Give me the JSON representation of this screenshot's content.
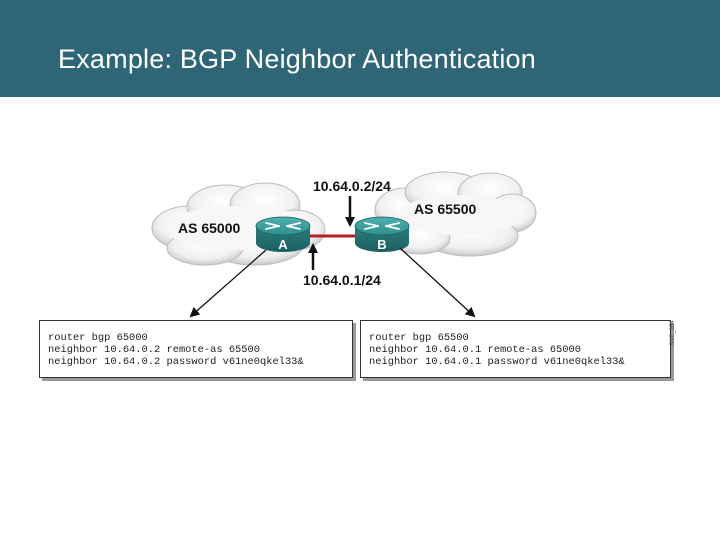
{
  "header": {
    "title": "Example: BGP Neighbor Authentication",
    "bg_color": "#2e6577"
  },
  "diagram": {
    "as_left": "AS 65000",
    "as_right": "AS 65500",
    "router_a": "A",
    "router_b": "B",
    "ip_top": "10.64.0.2/24",
    "ip_bottom": "10.64.0.1/24",
    "link_color": "#b22222",
    "router_color": "#2f8f8f"
  },
  "config_a": [
    "router bgp 65000",
    "neighbor 10.64.0.2 remote-as 65500",
    "neighbor 10.64.0.2 password v61ne0qkel33&"
  ],
  "config_b": [
    "router bgp 65500",
    "neighbor 10.64.0.1 remote-as 65000",
    "neighbor 10.64.0.1 password v61ne0qkel33&"
  ],
  "figure_code": "SNP_054"
}
